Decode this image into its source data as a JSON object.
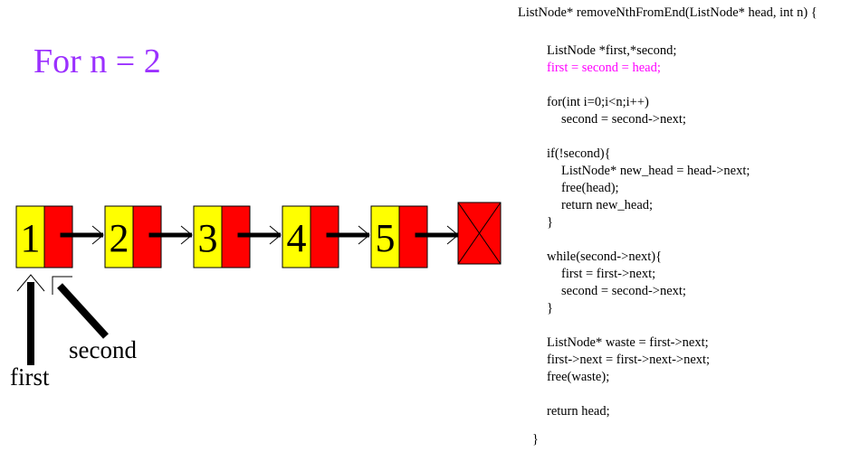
{
  "colors": {
    "title": "#9b30ff",
    "node_value_fill": "#ffff00",
    "node_next_fill": "#ff0000",
    "arrow": "#000000",
    "highlight_code": "#ff00ff"
  },
  "title": "For n = 2",
  "list": {
    "nodes": [
      "1",
      "2",
      "3",
      "4",
      "5"
    ],
    "null_node": true
  },
  "pointers": {
    "first": {
      "label": "first",
      "node_index": 0
    },
    "second": {
      "label": "second",
      "node_index": 0
    }
  },
  "code": {
    "highlight_index": 2,
    "lines": [
      "ListNode* removeNthFromEnd(ListNode* head, int n) {",
      "ListNode *first,*second;",
      "first = second = head;",
      "",
      "for(int i=0;i<n;i++)",
      "second = second->next;",
      "",
      "if(!second){",
      "ListNode* new_head = head->next;",
      "free(head);",
      "return new_head;",
      "}",
      "",
      "while(second->next){",
      "first = first->next;",
      "second = second->next;",
      "}",
      "",
      "ListNode* waste = first->next;",
      "first->next = first->next->next;",
      "free(waste);",
      "",
      "return head;",
      "}"
    ]
  }
}
